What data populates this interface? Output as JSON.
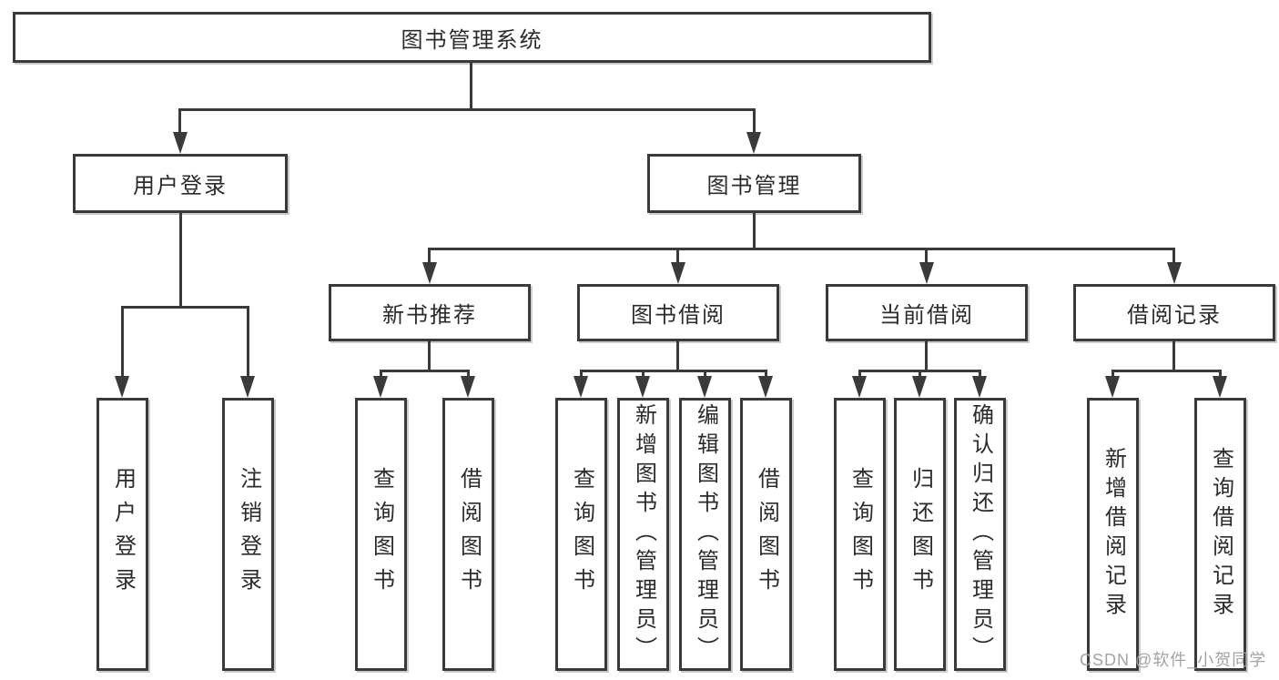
{
  "tree": {
    "root": {
      "label": "图书管理系统"
    },
    "login_branch": {
      "label": "用户登录",
      "children": [
        {
          "label": "用户登录"
        },
        {
          "label": "注销登录"
        }
      ]
    },
    "mgmt_branch": {
      "label": "图书管理",
      "sections": [
        {
          "label": "新书推荐",
          "children": [
            {
              "label": "查询图书"
            },
            {
              "label": "借阅图书"
            }
          ]
        },
        {
          "label": "图书借阅",
          "children": [
            {
              "label": "查询图书"
            },
            {
              "label": "新增图书（管理员）"
            },
            {
              "label": "编辑图书（管理员）"
            },
            {
              "label": "借阅图书"
            }
          ]
        },
        {
          "label": "当前借阅",
          "children": [
            {
              "label": "查询图书"
            },
            {
              "label": "归还图书"
            },
            {
              "label": "确认归还（管理员）"
            }
          ]
        },
        {
          "label": "借阅记录",
          "children": [
            {
              "label": "新增借阅记录"
            },
            {
              "label": "查询借阅记录"
            }
          ]
        }
      ]
    }
  },
  "watermark": {
    "text": "CSDN @软件_小贺同学"
  },
  "colors": {
    "line": "#3a3a3a",
    "text": "#2b2b2b",
    "watermark": "#a3a3a3",
    "background": "#ffffff"
  }
}
